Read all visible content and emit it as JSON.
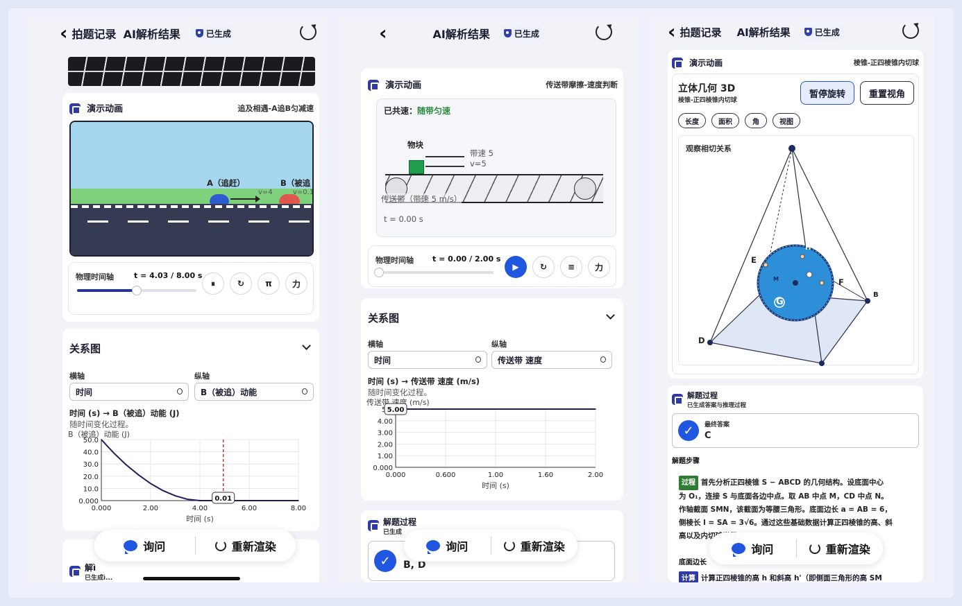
{
  "common": {
    "badge_generated": "已生成",
    "ask": "询问",
    "rerender": "重新渲染",
    "demo_title": "演示动画",
    "relation_title": "关系图",
    "x_axis_label": "横轴",
    "y_axis_label": "纵轴",
    "solution_title": "解题过程"
  },
  "panel1": {
    "header": {
      "back": "拍题记录",
      "title": "AI解析结果"
    },
    "demo_subtitle": "追及相遇-A追B匀减速",
    "car_a_label": "A（追赶）",
    "car_b_label": "B（被追",
    "v_a": "v=4",
    "v_b": "v=0.1",
    "timeline_label": "物理时间轴",
    "time_readout": "t = 4.03 / 8.00 s",
    "progress": 0.5,
    "ctrl_labels": [
      "⏸",
      "↻",
      "π",
      "力"
    ],
    "x_select": "时间",
    "y_select": "B（被追）动能",
    "graph_caption": "时间 (s) → B（被追）动能 (J)",
    "graph_caption2": "随时间变化过程。",
    "partial_title": "解ì",
    "partial_sub": "已生成ì..."
  },
  "panel2": {
    "header": {
      "title": "AI解析结果"
    },
    "demo_subtitle": "传送带摩擦-速度判断",
    "status_prefix": "已共速：",
    "status_value": "随带匀速",
    "block_label": "物块",
    "belt_speed": "带速 5",
    "v_label": "v=5",
    "belt_label": "传送带（带速 5 m/s）",
    "t_label": "t = 0.00 s",
    "timeline_label": "物理时间轴",
    "time_readout": "t = 0.00 / 2.00 s",
    "ctrl_labels": [
      "↻",
      "≡",
      "力"
    ],
    "x_select": "时间",
    "y_select": "传送带 速度",
    "graph_caption": "时间 (s) → 传送带 速度 (m/s)",
    "graph_caption2": "随时间变化过程。",
    "solution_sub": "已生成",
    "answer": "B, D"
  },
  "panel3": {
    "header": {
      "back": "拍题记录",
      "title": "AI解析结果"
    },
    "demo_subtitle": "棱锥-正四棱锥内切球",
    "geo_title": "立体几何 3D",
    "geo_sub": "棱锥-正四棱锥内切球",
    "btn_pause": "暂停旋转",
    "btn_reset": "重置视角",
    "chips": [
      "长度",
      "面积",
      "角",
      "视图"
    ],
    "view_label": "观察相切关系",
    "pts": {
      "e": "E",
      "f": "F",
      "b": "B",
      "d": "D",
      "h": "H",
      "g": "G",
      "m": "M"
    },
    "solution_sub": "已生成答案与推理过程",
    "final_label": "最终答案",
    "final_answer": "C",
    "steps_label": "解题步骤",
    "step1_tag": "过程",
    "step1_lines": [
      "首先分析正四棱锥 S − ABCD 的几何结构。设底面中心",
      "为 O₁，连接 S 与底面各边中点。取 AB 中点 M，CD 中点 N。",
      "作轴截面 SMN，该截面为等腰三角形。底面边长 a = AB = 6，",
      "侧棱长 l = SA = 3√6。通过这些基础数据计算正四棱锥的高、斜",
      "高以及内切球半径"
    ],
    "side_label": "底面边长",
    "step2_tag": "计算",
    "step2_line": "计算正四棱锥的高 h 和斜高 h'（即侧面三角形的高 SM"
  },
  "chart_data": [
    {
      "type": "line",
      "ylabel": "B（被追）动能 (J)",
      "xlabel": "时间 (s)",
      "x_ticks": [
        "0.000",
        "2.00",
        "4.00",
        "6.00",
        "8.00"
      ],
      "y_ticks": [
        "0.000",
        "10.0",
        "20.0",
        "30.0",
        "40.0",
        "50.0"
      ],
      "xlim": [
        0,
        8
      ],
      "ylim": [
        0,
        50
      ],
      "x": [
        0,
        0.5,
        1,
        1.5,
        2,
        2.5,
        3,
        3.5,
        4,
        4.5,
        5,
        6,
        7,
        8
      ],
      "y": [
        50,
        39.1,
        29.5,
        21.2,
        14.0,
        8.2,
        3.9,
        1.1,
        0.01,
        0.01,
        0.01,
        0.01,
        0.01,
        0.01
      ],
      "marker_x": 4.95,
      "marker_label": "0.01"
    },
    {
      "type": "line",
      "ylabel": "传送带 速度 (m/s)",
      "xlabel": "时间 (s)",
      "x_ticks": [
        "0.000",
        "0.600",
        "1.00",
        "1.60",
        "2.00"
      ],
      "y_ticks": [
        "0.000",
        "1.00",
        "2.00",
        "3.00",
        "4.00",
        "5.0"
      ],
      "xlim": [
        0,
        2
      ],
      "ylim": [
        0,
        5
      ],
      "x": [
        0,
        0.5,
        1,
        1.5,
        2
      ],
      "y": [
        5,
        5,
        5,
        5,
        5
      ],
      "marker_label": "5.00"
    }
  ]
}
